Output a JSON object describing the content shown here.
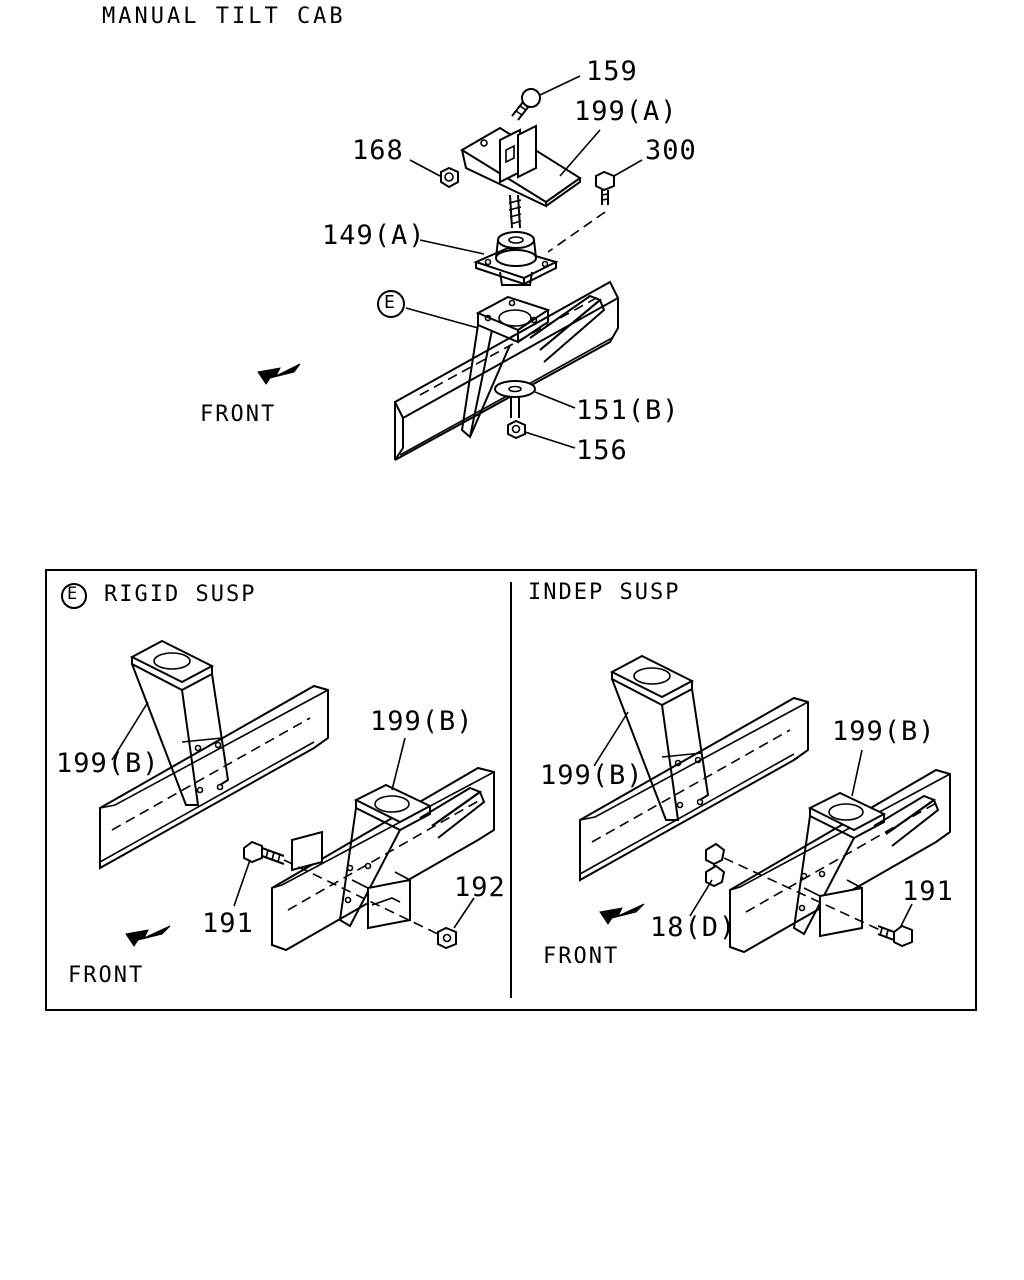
{
  "title": "MANUAL TILT CAB",
  "top_diagram": {
    "callouts": {
      "p159": "159",
      "p199a": "199(A)",
      "p168": "168",
      "p300": "300",
      "p149a": "149(A)",
      "pE": "E",
      "p151b": "151(B)",
      "p156": "156"
    },
    "front_label": "FRONT"
  },
  "inset": {
    "left_panel": {
      "marker": "E",
      "heading": "RIGID SUSP",
      "callouts": {
        "p199b_a": "199(B)",
        "p199b_b": "199(B)",
        "p191": "191",
        "p192": "192"
      },
      "front_label": "FRONT"
    },
    "right_panel": {
      "heading": "INDEP SUSP",
      "callouts": {
        "p199b_a": "199(B)",
        "p199b_b": "199(B)",
        "p191": "191",
        "p18d": "18(D)"
      },
      "front_label": "FRONT"
    }
  }
}
